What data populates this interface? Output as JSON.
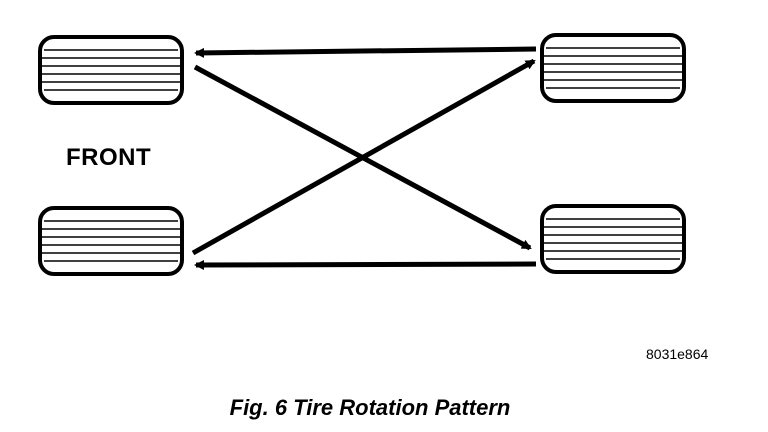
{
  "labels": {
    "front": "FRONT",
    "figure_code": "8031e864",
    "caption": "Fig. 6 Tire Rotation Pattern"
  },
  "colors": {
    "ink": "#000000",
    "background": "#ffffff"
  },
  "tires": [
    {
      "id": "front-left"
    },
    {
      "id": "rear-left"
    },
    {
      "id": "front-right"
    },
    {
      "id": "rear-right"
    }
  ],
  "arrows": [
    {
      "from": "rear-left-top",
      "to": "front-left-top"
    },
    {
      "from": "front-left-top",
      "to": "rear-right-bottom"
    },
    {
      "from": "front-left-bottom",
      "to": "rear-right-top"
    },
    {
      "from": "rear-right-bottom",
      "to": "front-left-bottom"
    }
  ]
}
